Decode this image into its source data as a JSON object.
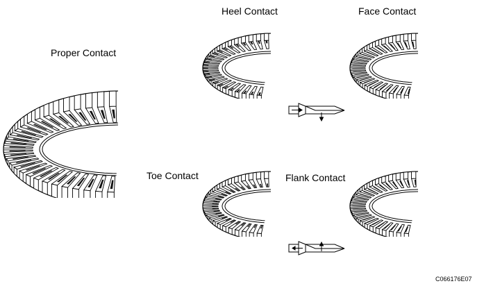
{
  "labels": {
    "proper": "Proper Contact",
    "heel": "Heel Contact",
    "face": "Face Contact",
    "toe": "Toe Contact",
    "flank": "Flank Contact"
  },
  "figure_code": "C066176E07",
  "colors": {
    "ink": "#000000",
    "background": "#ffffff",
    "contact_patch": "#111111"
  },
  "icons": {
    "gear": "ring-gear-segment-icon",
    "adjustment": "adjustment-direction-icon"
  }
}
